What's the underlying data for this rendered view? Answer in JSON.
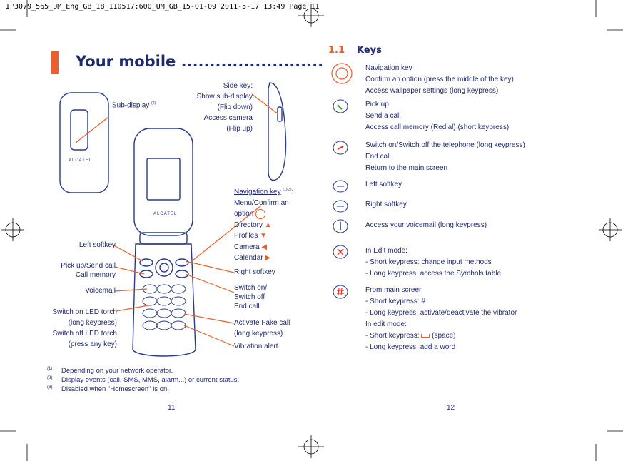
{
  "print_header": "IP3079_565_UM_Eng_GB_18_110517:600_UM_GB_15-01-09  2011-5-17  13:49  Page 11",
  "left_page": {
    "title": "Your mobile .........................",
    "labels": {
      "side_key": [
        "Side key:",
        "Show sub-display",
        "(Flip down)",
        "Access camera",
        "(Flip up)"
      ],
      "sub_display": "Sub-display",
      "sub_display_sup": "(2)",
      "navigation_key_title": "Navigation key",
      "navigation_key_sup": "(1)(3)",
      "navigation_key_colon": ":",
      "navigation_lines": [
        "Menu/Confirm an",
        "option",
        "Directory",
        "Profiles",
        "Camera",
        "Calendar"
      ],
      "left_softkey": "Left softkey",
      "pickup": [
        "Pick up/Send call",
        "Call memory"
      ],
      "voicemail": "Voicemail",
      "torch": [
        "Switch on LED torch",
        "(long keypress)",
        "Switch off LED torch",
        "(press any key)"
      ],
      "right_softkey": "Right softkey",
      "switch": [
        "Switch on/",
        "Switch off",
        "End call"
      ],
      "fake_call": [
        "Activate Fake call",
        "(long keypress)"
      ],
      "vibration": "Vibration alert",
      "brand": "ALCATEL"
    },
    "footnotes": [
      {
        "mark": "(1)",
        "text": "Depending on your network operator."
      },
      {
        "mark": "(2)",
        "text": "Display events (call, SMS, MMS, alarm...) or current status."
      },
      {
        "mark": "(3)",
        "text": "Disabled when \"Homescreen\" is on."
      }
    ],
    "page_number": "11"
  },
  "right_page": {
    "section_number": "1.1",
    "section_title": "Keys",
    "keys": [
      {
        "icon": "navigation-key-icon",
        "lines": [
          "Navigation key",
          "Confirm an option (press the middle of the key)",
          "Access wallpaper settings (long keypress)"
        ]
      },
      {
        "icon": "pickup-key-icon",
        "lines": [
          "Pick up",
          "Send a call",
          "Access call memory (Redial) (short keypress)"
        ]
      },
      {
        "icon": "end-key-icon",
        "lines": [
          "Switch on/Switch off the telephone (long keypress)",
          "End call",
          "Return to the main screen"
        ]
      },
      {
        "icon": "left-softkey-icon",
        "lines": [
          "Left softkey"
        ]
      },
      {
        "icon": "right-softkey-icon",
        "lines": [
          "Right softkey"
        ]
      },
      {
        "icon": "voicemail-key-icon",
        "lines": [
          "Access your voicemail (long keypress)"
        ]
      },
      {
        "icon": "star-key-icon",
        "lines": [
          "In Edit mode:",
          "- Short keypress: change input methods",
          "- Long keypress: access the Symbols table"
        ]
      },
      {
        "icon": "hash-key-icon",
        "lines": [
          "From main screen",
          "- Short keypress: #",
          "- Long keypress: activate/deactivate the vibrator",
          "In edit mode:",
          "- Short keypress:",
          "(space)",
          "- Long keypress: add a word"
        ]
      }
    ],
    "page_number": "12"
  },
  "colors": {
    "text": "#1e2a6e",
    "accent": "#e8602c",
    "phone_outline": "#2a3a8c"
  }
}
